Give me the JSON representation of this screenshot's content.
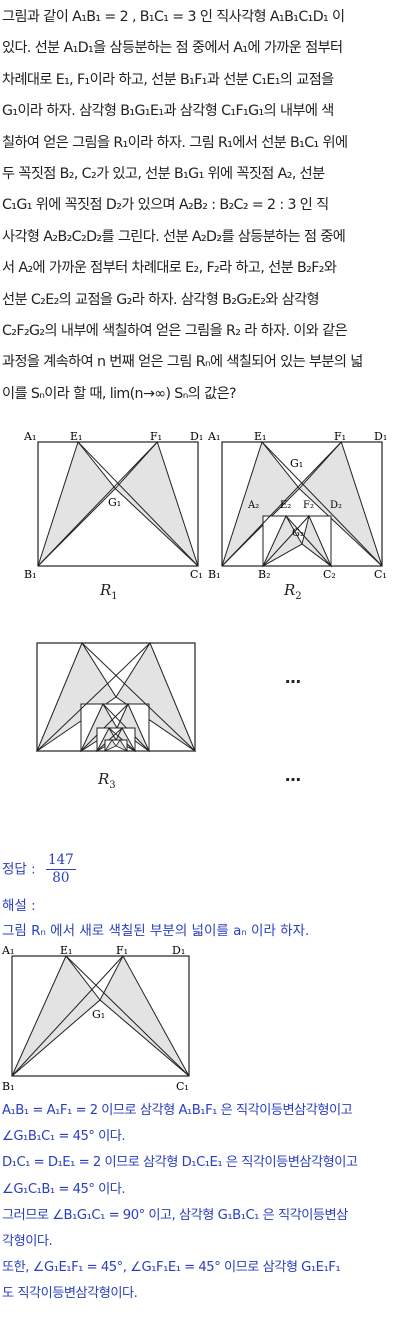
{
  "problem": {
    "lines": [
      "그림과 같이 A₁B₁ = 2 , B₁C₁ = 3 인 직사각형 A₁B₁C₁D₁ 이",
      "있다. 선분 A₁D₁을 삼등분하는 점 중에서 A₁에 가까운 점부터",
      "차례대로 E₁, F₁이라 하고, 선분 B₁F₁과 선분 C₁E₁의 교점을",
      "G₁이라 하자. 삼각형 B₁G₁E₁과 삼각형 C₁F₁G₁의 내부에 색",
      "칠하여 얻은 그림을 R₁이라 하자. 그림 R₁에서 선분 B₁C₁ 위에",
      "두 꼭짓점 B₂, C₂가 있고, 선분 B₁G₁ 위에 꼭짓점 A₂, 선분",
      "C₁G₁ 위에 꼭짓점 D₂가 있으며 A₂B₂ : B₂C₂ = 2 : 3 인 직",
      "사각형 A₂B₂C₂D₂를 그린다. 선분 A₂D₂를 삼등분하는 점 중에",
      "서 A₂에 가까운 점부터 차례대로 E₂, F₂라 하고, 선분 B₂F₂와",
      "선분 C₂E₂의 교점을 G₂라 하자. 삼각형 B₂G₂E₂와 삼각형",
      "C₂F₂G₂의 내부에 색칠하여 얻은 그림을 R₂ 라 하자. 이와 같은",
      "과정을 계속하여 n 번째 얻은 그림 Rₙ에 색칠되어 있는 부분의 넓",
      "이를 Sₙ이라 할 때, lim(n→∞) Sₙ의 값은?"
    ]
  },
  "figures": {
    "r1": {
      "caption": "R",
      "caption_sub": "1",
      "labels": {
        "A": "A₁",
        "E": "E₁",
        "F": "F₁",
        "D": "D₁",
        "G": "G₁",
        "B": "B₁",
        "C": "C₁"
      }
    },
    "r2": {
      "caption": "R",
      "caption_sub": "2",
      "labels": {
        "A1": "A₁",
        "E1": "E₁",
        "F1": "F₁",
        "D1": "D₁",
        "G1": "G₁",
        "A2": "A₂",
        "E2": "E₂",
        "F2": "F₂",
        "D2": "D₂",
        "G2": "G₂",
        "B1": "B₁",
        "B2": "B₂",
        "C2": "C₂",
        "C1": "C₁"
      }
    },
    "r3": {
      "caption": "R",
      "caption_sub": "3"
    },
    "ellipsis": "…"
  },
  "answer": {
    "label": "정답 :",
    "numerator": "147",
    "denominator": "80"
  },
  "explanation": {
    "label": "해설 :",
    "intro": "그림 Rₙ 에서 새로 색칠된 부분의 넓이를 aₙ 이라 하자.",
    "figure_labels": {
      "A": "A₁",
      "E": "E₁",
      "F": "F₁",
      "D": "D₁",
      "G": "G₁",
      "B": "B₁",
      "C": "C₁"
    },
    "steps": [
      "A₁B₁ = A₁F₁ = 2 이므로 삼각형 A₁B₁F₁ 은 직각이등변삼각형이고",
      "∠G₁B₁C₁ = 45° 이다.",
      "D₁C₁ = D₁E₁ = 2 이므로 삼각형 D₁C₁E₁ 은 직각이등변삼각형이고",
      "∠G₁C₁B₁ = 45° 이다.",
      "그러므로 ∠B₁G₁C₁ = 90° 이고, 삼각형 G₁B₁C₁ 은 직각이등변삼",
      "각형이다.",
      "또한, ∠G₁E₁F₁ = 45°, ∠G₁F₁E₁ = 45° 이므로 삼각형 G₁E₁F₁",
      "도 직각이등변삼각형이다."
    ]
  },
  "colors": {
    "shade": "#e3e3e3",
    "text": "#222222",
    "solution": "#2a3fbf"
  }
}
